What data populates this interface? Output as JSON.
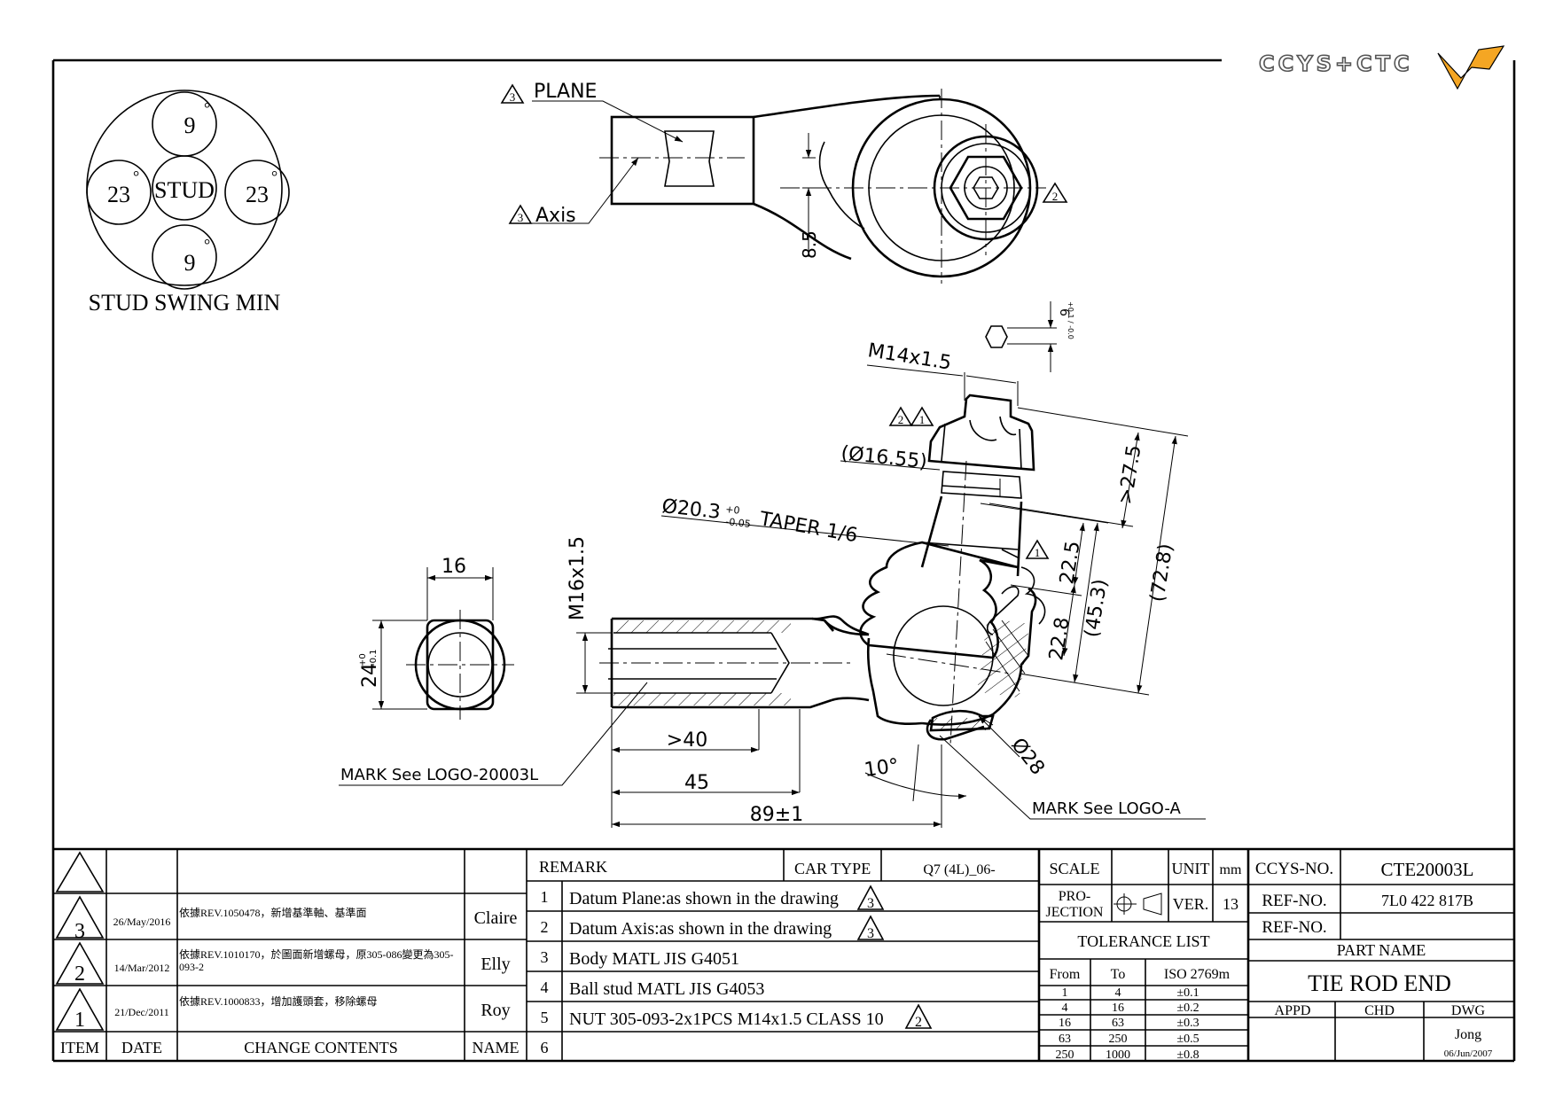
{
  "logo": {
    "text": "CCYS+CTC",
    "accent": "#f5a623",
    "stroke": "#555555"
  },
  "swing": {
    "center": "STUD",
    "top": "9",
    "bottom": "9",
    "left": "23",
    "right": "23",
    "degree": "°",
    "caption": "STUD SWING MIN"
  },
  "top_view": {
    "plane_mark": "3",
    "plane_label": "PLANE",
    "axis_mark": "3",
    "axis_label": "Axis",
    "datum2": "2",
    "dim_offset": "8.5"
  },
  "stud": {
    "hex_dim": "6",
    "hex_tol": "+0.1 / -0.0",
    "thread": "M14x1.5",
    "marks": [
      "2",
      "1"
    ],
    "dia_nut": "(Ø16.55)",
    "taper": "Ø20.3",
    "taper_tol_top": "+0",
    "taper_tol_bot": "-0.05",
    "taper_text": "TAPER 1/6",
    "dim_27": ">27.5",
    "dim_72": "(72.8)",
    "dim_22_5": "22.5",
    "dim_45_3": "(45.3)",
    "dim_22_8": "22.8",
    "mark1": "1",
    "ball": "Ø28",
    "angle": "10°"
  },
  "shank": {
    "dim_16": "16",
    "dim_24": "24",
    "dim_24_tol_top": "+0",
    "dim_24_tol_bot": "-0.1",
    "thread": "M16x1.5",
    "dim_40": ">40",
    "dim_45": "45",
    "dim_89": "89±1",
    "mark_left": "MARK See LOGO-20003L",
    "mark_right": "MARK See LOGO-A"
  },
  "revisions": {
    "rows": [
      {
        "item": "3",
        "date": "26/May/2016",
        "content": "依據REV.1050478，新增基準軸、基準面",
        "name": "Claire"
      },
      {
        "item": "2",
        "date": "14/Mar/2012",
        "content": "依據REV.1010170，於圖面新增螺母，原305-086變更為305-093-2",
        "name": "Elly"
      },
      {
        "item": "1",
        "date": "21/Dec/2011",
        "content": "依據REV.1000833，增加護頭套，移除螺母",
        "name": "Roy"
      }
    ],
    "headers": {
      "item": "ITEM",
      "date": "DATE",
      "content": "CHANGE CONTENTS",
      "name": "NAME"
    }
  },
  "remarks": {
    "title": "REMARK",
    "car_type_label": "CAR TYPE",
    "car_type": "Q7 (4L)_06-",
    "items": [
      {
        "no": "1",
        "text": "Datum Plane:as shown in the drawing",
        "mark": "3"
      },
      {
        "no": "2",
        "text": "Datum Axis:as shown in the drawing",
        "mark": "3"
      },
      {
        "no": "3",
        "text": "Body MATL JIS G4051",
        "mark": ""
      },
      {
        "no": "4",
        "text": "Ball stud MATL JIS G4053",
        "mark": ""
      },
      {
        "no": "5",
        "text": "NUT 305-093-2x1PCS M14x1.5 CLASS 10",
        "mark": "2"
      },
      {
        "no": "6",
        "text": "",
        "mark": ""
      }
    ]
  },
  "info": {
    "scale_label": "SCALE",
    "unit_label": "UNIT",
    "unit": "mm",
    "projection_label_1": "PRO-",
    "projection_label_2": "JECTION",
    "ver_label": "VER.",
    "ver": "13",
    "tolerance_title": "TOLERANCE LIST",
    "tol_headers": [
      "From",
      "To",
      "ISO 2769m"
    ],
    "tolerances": [
      [
        "1",
        "4",
        "±0.1"
      ],
      [
        "4",
        "16",
        "±0.2"
      ],
      [
        "16",
        "63",
        "±0.3"
      ],
      [
        "63",
        "250",
        "±0.5"
      ],
      [
        "250",
        "1000",
        "±0.8"
      ]
    ]
  },
  "title_block": {
    "ccys_label": "CCYS-NO.",
    "ccys_no": "CTE20003L",
    "ref_label_1": "REF-NO.",
    "ref_no_1": "7L0 422 817B",
    "ref_label_2": "REF-NO.",
    "ref_no_2": "",
    "part_name_label": "PART NAME",
    "part_name": "TIE ROD END",
    "appd": "APPD",
    "chd": "CHD",
    "dwg": "DWG",
    "drawn_by": "Jong",
    "drawn_date": "06/Jun/2007"
  }
}
